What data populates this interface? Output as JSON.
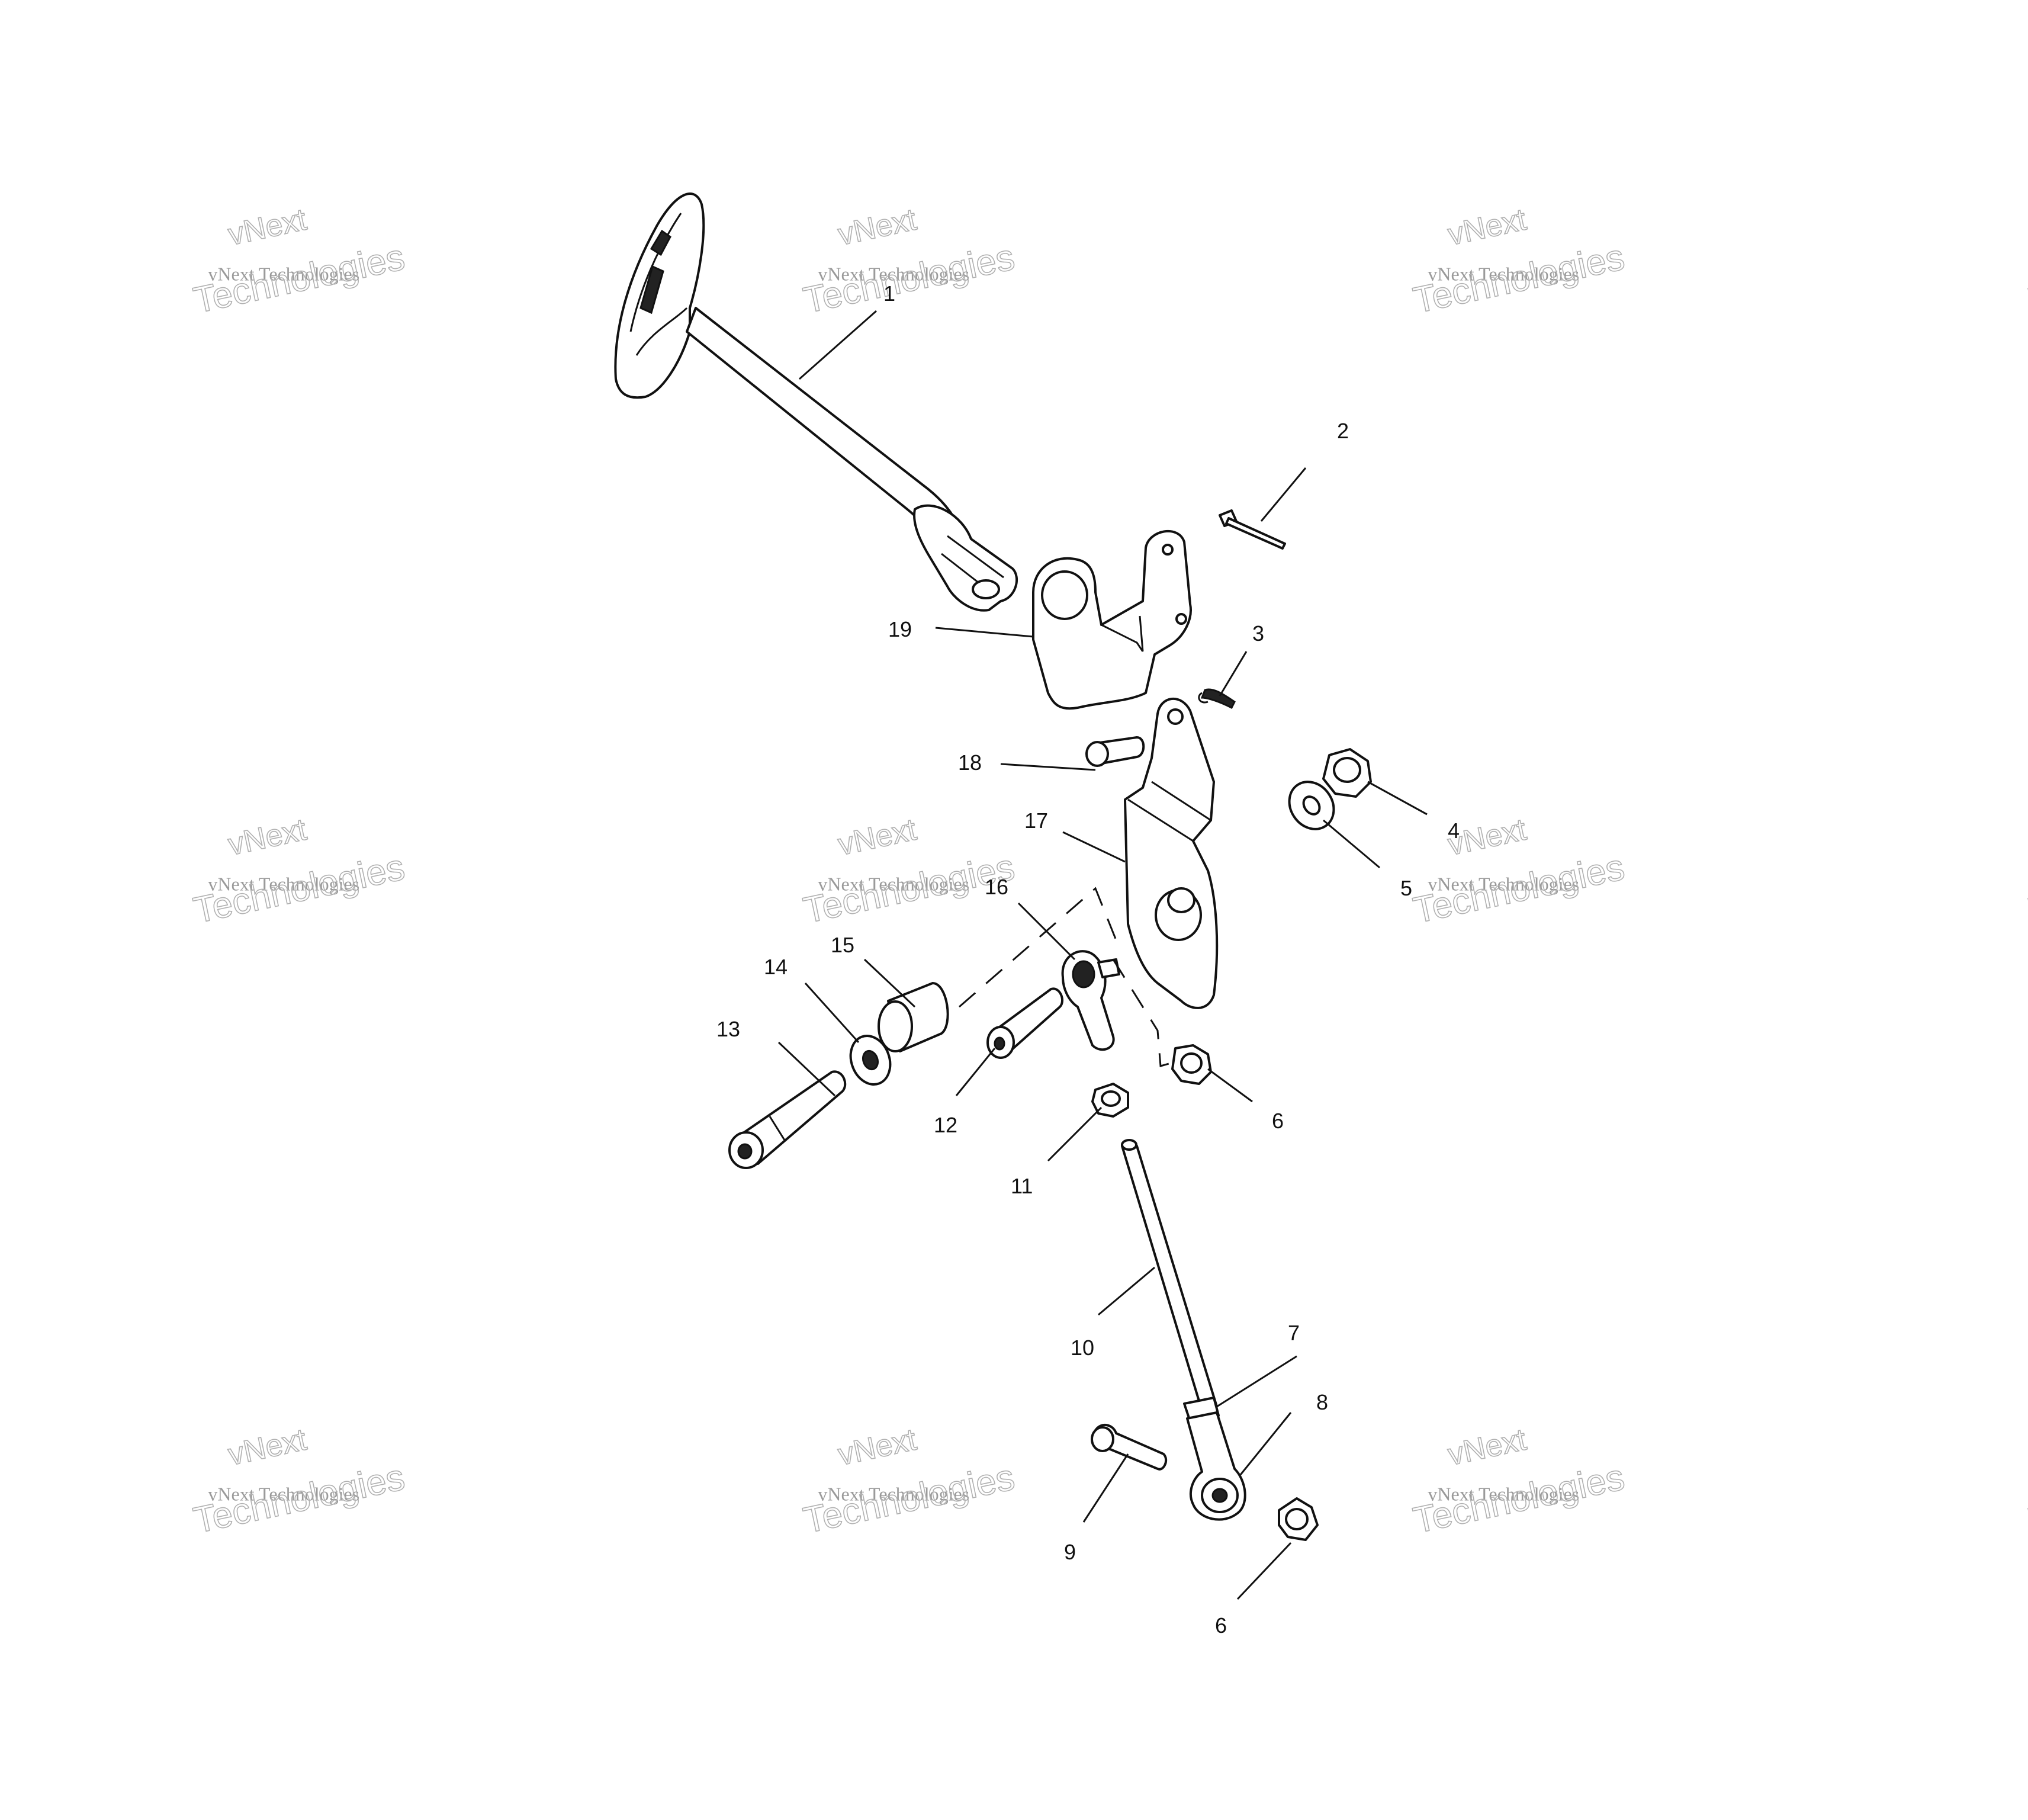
{
  "watermark": {
    "line1": "vNext",
    "line2": "vNext Technologies",
    "line3": "Technologies"
  },
  "callouts": {
    "c1": "1",
    "c2": "2",
    "c3": "3",
    "c4": "4",
    "c5": "5",
    "c6a": "6",
    "c6b": "6",
    "c7": "7",
    "c8": "8",
    "c9": "9",
    "c10": "10",
    "c11": "11",
    "c12": "12",
    "c13": "13",
    "c14": "14",
    "c15": "15",
    "c16": "16",
    "c17": "17",
    "c18": "18",
    "c19": "19"
  }
}
